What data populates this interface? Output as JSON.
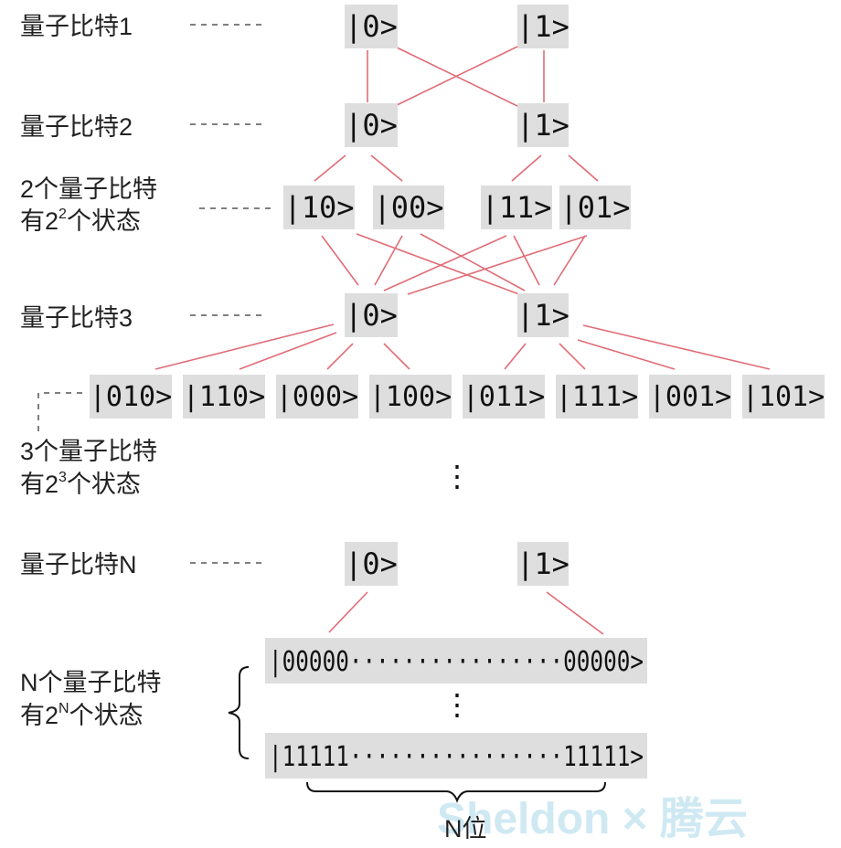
{
  "diagram": {
    "labels": {
      "qubit1": "量子比特1",
      "qubit2": "量子比特2",
      "two_line1": "2个量子比特",
      "two_line2_pre": "有2",
      "two_line2_sup": "2",
      "two_line2_post": "个状态",
      "qubit3": "量子比特3",
      "three_line1": "3个量子比特",
      "three_line2_pre": "有2",
      "three_line2_sup": "3",
      "three_line2_post": "个状态",
      "qubitN": "量子比特N",
      "n_line1": "N个量子比特",
      "n_line2_pre": "有2",
      "n_line2_sup": "N",
      "n_line2_post": "个状态",
      "n_bits": "N位"
    },
    "kets": {
      "q1_0": "|0>",
      "q1_1": "|1>",
      "q2_0": "|0>",
      "q2_1": "|1>",
      "s2": [
        "|10>",
        "|00>",
        "|11>",
        "|01>"
      ],
      "q3_0": "|0>",
      "q3_1": "|1>",
      "s3": [
        "|010>",
        "|110>",
        "|000>",
        "|100>",
        "|011>",
        "|111>",
        "|001>",
        "|101>"
      ],
      "qN_0": "|0>",
      "qN_1": "|1>",
      "n_first": "|00000················00000>",
      "n_last": "|11111················11111>"
    },
    "ellipsis": "⋮",
    "watermark": "Sheldon × 腾云"
  }
}
